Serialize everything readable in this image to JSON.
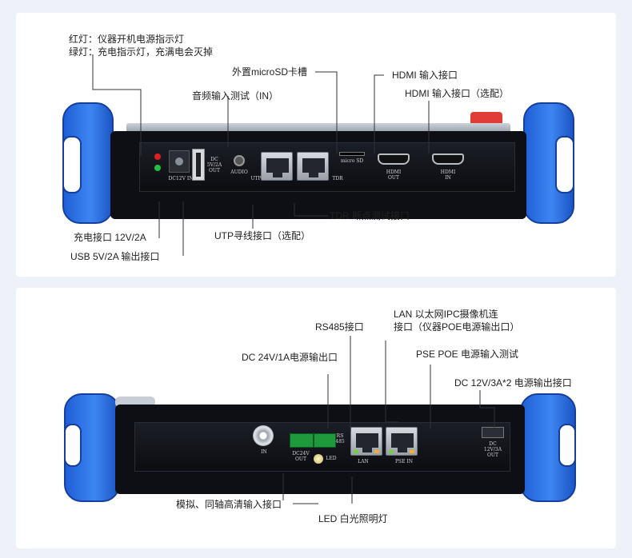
{
  "top_panel": {
    "labels": {
      "led_red": "红灯：仪器开机电源指示灯",
      "led_green": "绿灯：充电指示灯，充满电会灭掉",
      "microsd": "外置microSD卡槽",
      "audio_in": "音频输入测试（IN）",
      "hdmi_in": "HDMI 输入接口",
      "hdmi_out": "HDMI 输入接口（选配）",
      "charge": "充电接口 12V/2A",
      "usb": "USB 5V/2A 输出接口",
      "utp": "UTP寻线接口（选配）",
      "tdr": "TDR 断点测试接口"
    },
    "device_marks": {
      "dc12v_in": "DC12V IN",
      "dc5v_out": "DC\n5V/2A\nOUT",
      "audio": "AUDIO",
      "utp": "UTP",
      "tdr": "TDR",
      "micro_sd": "micro SD",
      "hdmi_out": "HDMI\nOUT",
      "hdmi_in": "HDMI\nIN"
    }
  },
  "bottom_panel": {
    "labels": {
      "lan_line1": "LAN 以太网IPC摄像机连",
      "lan_line2": "接口（仪器POE电源输出口）",
      "rs485": "RS485接口",
      "dc24v": "DC 24V/1A电源输出口",
      "pse": "PSE POE 电源输入测试",
      "dc12v": "DC 12V/3A*2 电源输出接口",
      "video_in": "模拟、同轴高清输入接口",
      "led_light": "LED 白光照明灯"
    },
    "device_marks": {
      "in": "IN",
      "dc24v_out": "DC24V\nOUT",
      "rs485": "RS\n485",
      "led": "LED",
      "lan": "LAN",
      "pse_in": "PSE IN",
      "dc12v_out": "DC\n12V/3A\nOUT"
    }
  },
  "colors": {
    "bumper_blue": "#2f74e6",
    "body_black": "#0d0f14",
    "led_red": "#e02020",
    "led_green": "#20c040",
    "terminal_green": "#1e9a3c"
  }
}
